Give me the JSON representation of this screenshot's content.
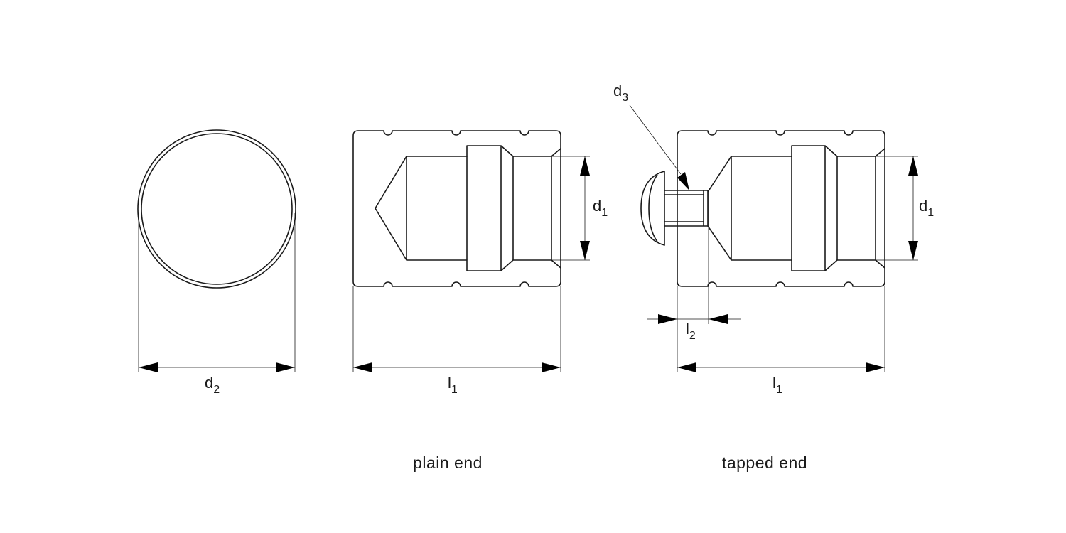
{
  "dimensions": {
    "d1": {
      "symbol": "d",
      "index": "1"
    },
    "d2": {
      "symbol": "d",
      "index": "2"
    },
    "d3": {
      "symbol": "d",
      "index": "3"
    },
    "l1": {
      "symbol": "l",
      "index": "1"
    },
    "l2": {
      "symbol": "l",
      "index": "2"
    }
  },
  "captions": {
    "plain": "plain end",
    "tapped": "tapped end"
  },
  "colors": {
    "line": "#1a1a1a",
    "arrow": "#000000",
    "background": "#ffffff"
  }
}
